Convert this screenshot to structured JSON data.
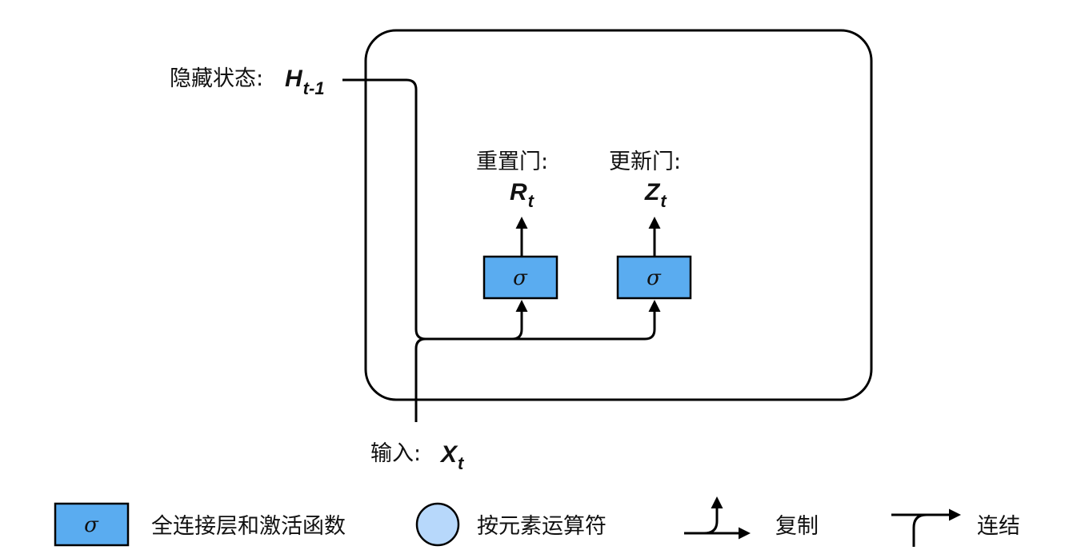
{
  "labels": {
    "hidden_state": "隐藏状态:",
    "hidden_var": "H",
    "hidden_sub": "t-1",
    "reset_gate": "重置门:",
    "reset_var": "R",
    "reset_sub": "t",
    "update_gate": "更新门:",
    "update_var": "Z",
    "update_sub": "t",
    "input": "输入:",
    "input_var": "X",
    "input_sub": "t"
  },
  "boxes": {
    "reset_symbol": "σ",
    "update_symbol": "σ"
  },
  "legend": {
    "fc_symbol": "σ",
    "fc_label": "全连接层和激活函数",
    "elementwise_label": "按元素运算符",
    "copy_label": "复制",
    "concat_label": "连结"
  },
  "colors": {
    "gate_box": "#5aacf0",
    "elementwise_circle": "#b7d8fb",
    "line": "#000000"
  }
}
